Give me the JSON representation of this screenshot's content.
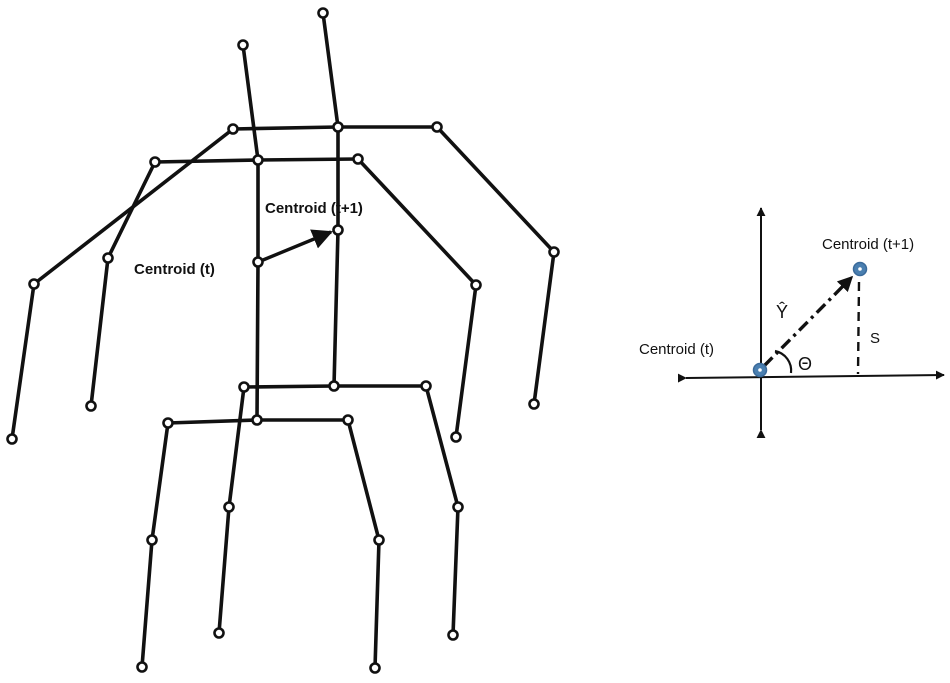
{
  "skeleton": {
    "labels": {
      "centroid_t": "Centroid (t)",
      "centroid_t1": "Centroid (t+1)"
    }
  },
  "vector_diagram": {
    "labels": {
      "centroid_t": "Centroid (t)",
      "centroid_t1": "Centroid (t+1)",
      "y_hat": "Ŷ",
      "theta": "Θ",
      "s": "S"
    },
    "point_color": "#4a7fb0",
    "point_edge_color": "#3a6a9a"
  }
}
